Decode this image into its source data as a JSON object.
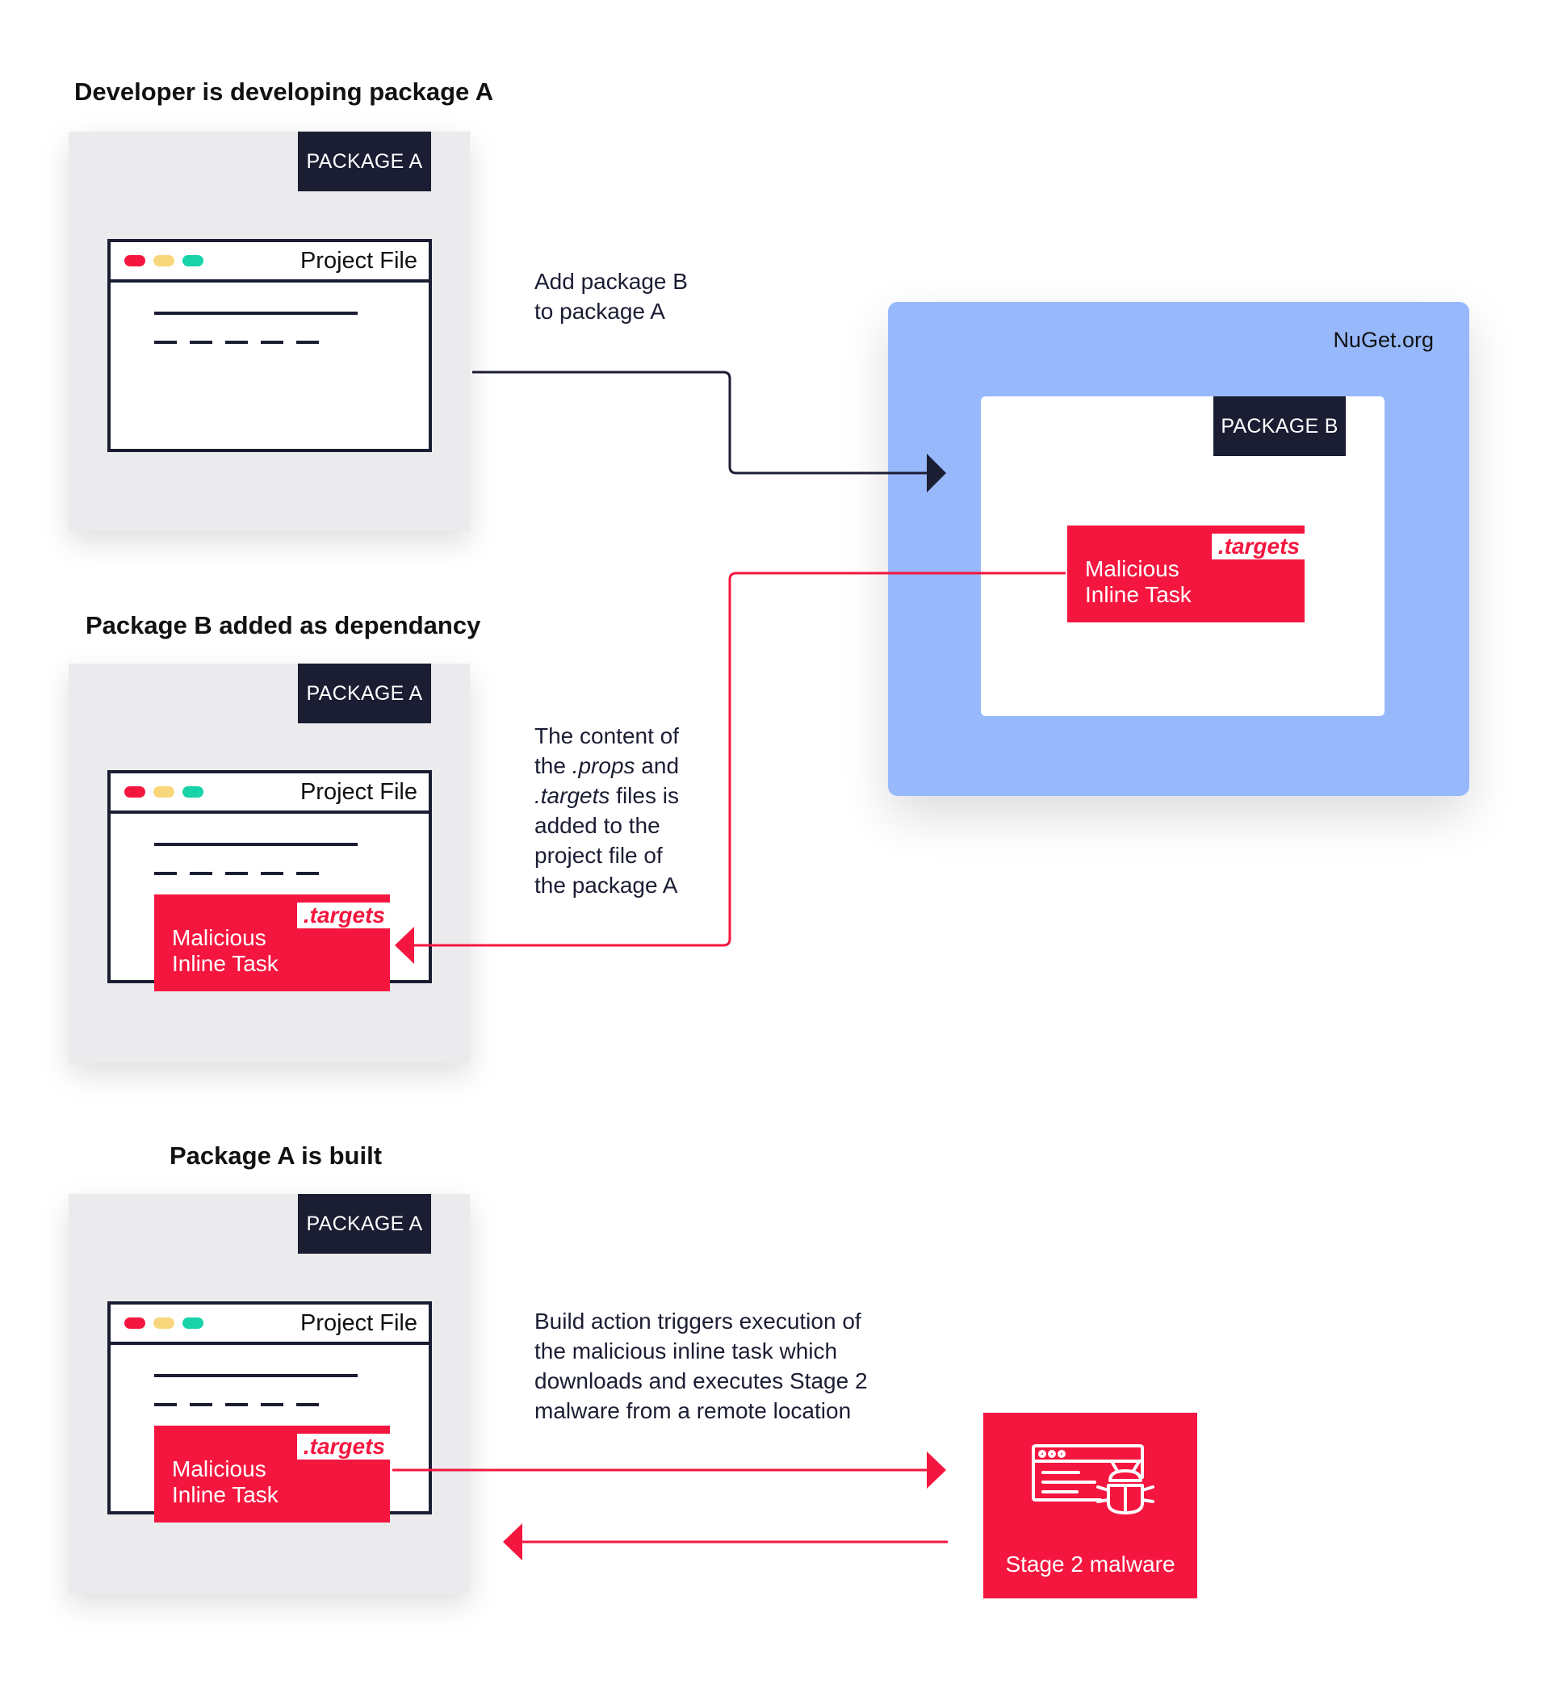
{
  "headings": {
    "step1": "Developer is developing package A",
    "step2": "Package B added as dependancy",
    "step3": "Package A is built"
  },
  "package_a_tag": "PACKAGE A",
  "package_b_tag": "PACKAGE B",
  "project_file_title": "Project File",
  "task_label": "Malicious\nInline Task",
  "targets_label": ".targets",
  "nuget_label": "NuGet.org",
  "malware_label": "Stage 2 malware",
  "descriptions": {
    "add_package": [
      "Add package B",
      "to package A"
    ],
    "content_added": {
      "line1": "The content of",
      "line2_prefix": "the ",
      "line2_italic": ".props",
      "line2_suffix": " and",
      "line3_italic": ".targets",
      "line3_suffix": " files is",
      "line4": "added to the",
      "line5": "project file of",
      "line6": "the package A"
    },
    "build_action": [
      "Build action triggers execution of",
      "the malicious inline task which",
      "downloads and executes Stage 2",
      "malware from a remote location"
    ]
  },
  "colors": {
    "navy": "#1b1d33",
    "red": "#f5163f",
    "blue": "#97b9fc",
    "card_gray": "#ebebed",
    "yellow_dot": "#f8d77c",
    "green_dot": "#17d3a7"
  },
  "icons": [
    "browser-window-icon",
    "bug-icon"
  ]
}
